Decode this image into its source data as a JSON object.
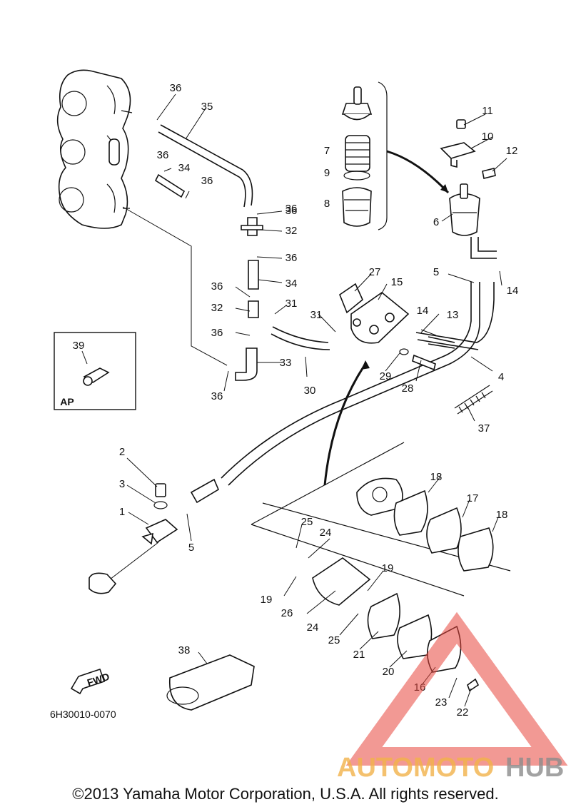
{
  "document_code": "6H30010-0070",
  "inset_label": "AP",
  "fwd_label": "FWD",
  "watermark": {
    "part1": "AUTOMOTO",
    "part2": "HUB",
    "color1": "#f2b24a",
    "color2": "#8c8c8c",
    "triangle_color": "#e8453c"
  },
  "copyright": "©2013 Yamaha Motor Corporation, U.S.A. All rights reserved.",
  "callouts": {
    "c1": "1",
    "c2": "2",
    "c3": "3",
    "c4": "4",
    "c5a": "5",
    "c5b": "5",
    "c6": "6",
    "c7": "7",
    "c8": "8",
    "c9": "9",
    "c10": "10",
    "c11": "11",
    "c12": "12",
    "c13": "13",
    "c14a": "14",
    "c14b": "14",
    "c15": "15",
    "c16": "16",
    "c17": "17",
    "c18a": "18",
    "c18b": "18",
    "c19a": "19",
    "c19b": "19",
    "c20": "20",
    "c21": "21",
    "c22": "22",
    "c23": "23",
    "c24a": "24",
    "c24b": "24",
    "c25a": "25",
    "c25b": "25",
    "c26": "26",
    "c27": "27",
    "c28": "28",
    "c29": "29",
    "c30": "30",
    "c31a": "31",
    "c31b": "31",
    "c32a": "32",
    "c32b": "32",
    "c33": "33",
    "c34a": "34",
    "c34b": "34",
    "c35": "35",
    "c36a": "36",
    "c36b": "36",
    "c36c": "36",
    "c36d": "36",
    "c36e": "36",
    "c36f": "36",
    "c36g": "36",
    "c36h": "36",
    "c36i": "36",
    "c37": "37",
    "c38": "38",
    "c39": "39"
  }
}
